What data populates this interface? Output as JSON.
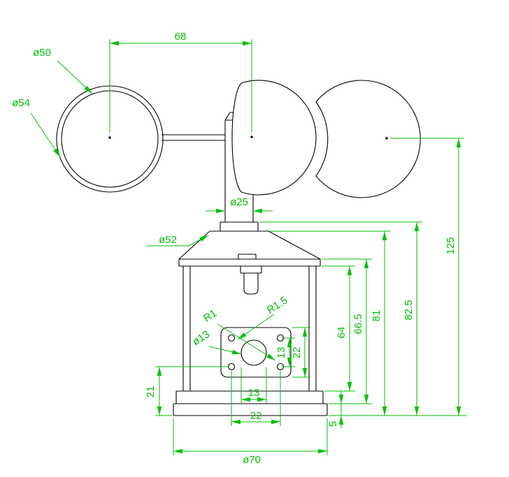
{
  "colors": {
    "dimension_green": "#00c000",
    "line_black": "#000000",
    "background": "#ffffff"
  },
  "labels": {
    "span_68": "68",
    "cup_inner_dia": "ø50",
    "cup_outer_dia": "ø54",
    "shaft_dia": "ø25",
    "collar_dia": "ø52",
    "height_total": "125",
    "height_82_5": "82.5",
    "height_81": "81",
    "height_66_5": "66.5",
    "height_64": "64",
    "plate_height_22": "22",
    "hole_row_13": "13",
    "center_hole_13": "13",
    "hole_cols_22": "22",
    "offset_21": "21",
    "base_thickness_5": "5",
    "base_dia_70": "ø70",
    "radius_r1": "R1",
    "radius_r1_5": "R1.5",
    "center_hole_dia": "ø13"
  }
}
